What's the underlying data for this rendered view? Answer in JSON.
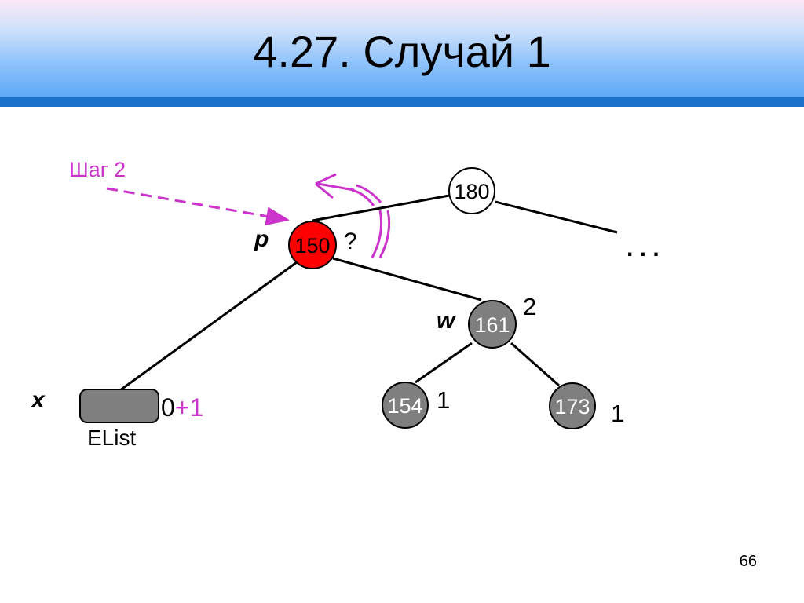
{
  "title": "4.27. Случай 1",
  "page_number": "66",
  "step_label": "Шаг 2",
  "colors": {
    "accent": "#cc33cc",
    "red_node": "#ff0000",
    "black_node": "#7f7f7f",
    "header_bar": "#1a73c9"
  },
  "nodes": {
    "n180": {
      "key": "180",
      "color": "white"
    },
    "n150": {
      "key": "150",
      "color": "red"
    },
    "n161": {
      "key": "161",
      "color": "black"
    },
    "n154": {
      "key": "154",
      "color": "black"
    },
    "n173": {
      "key": "173",
      "color": "black"
    }
  },
  "labels": {
    "p": "p",
    "w": "w",
    "x": "x",
    "question": "?",
    "ellipsis": ". . .",
    "elist": "EList",
    "x_count_base": "0",
    "x_count_add": "+1",
    "w_count": "2",
    "n154_count": "1",
    "n173_count": "1"
  }
}
